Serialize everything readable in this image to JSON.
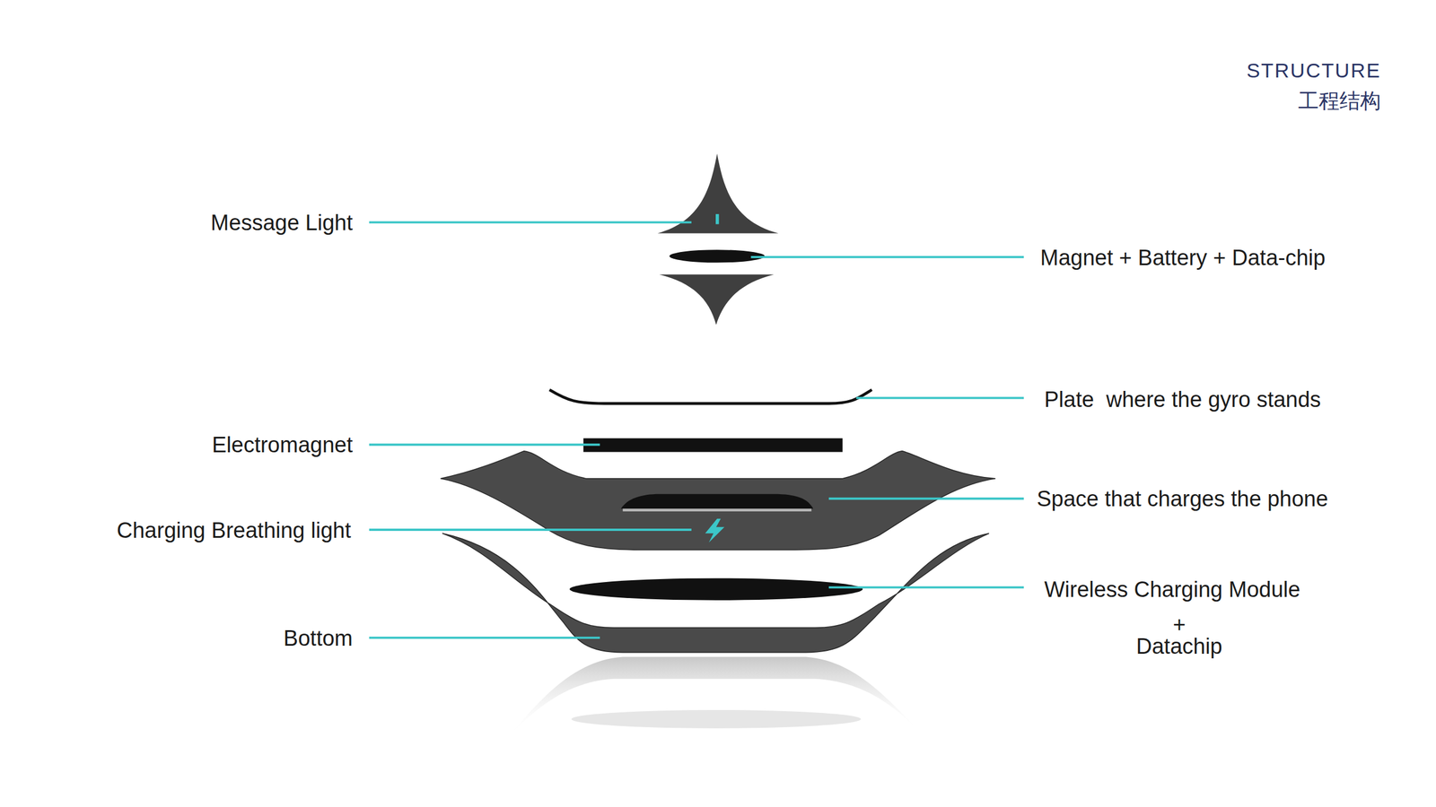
{
  "diagram": {
    "title": "STRUCTURE",
    "labels": [
      "工程结构",
      "Message Light",
      "Magnet + Battery + Data-chip",
      "Plate  where the gyro stands",
      "Electromagnet",
      "Space that charges the phone",
      "Charging Breathing light",
      "Wireless Charging Module",
      "+",
      "Datachip",
      "Bottom"
    ]
  }
}
